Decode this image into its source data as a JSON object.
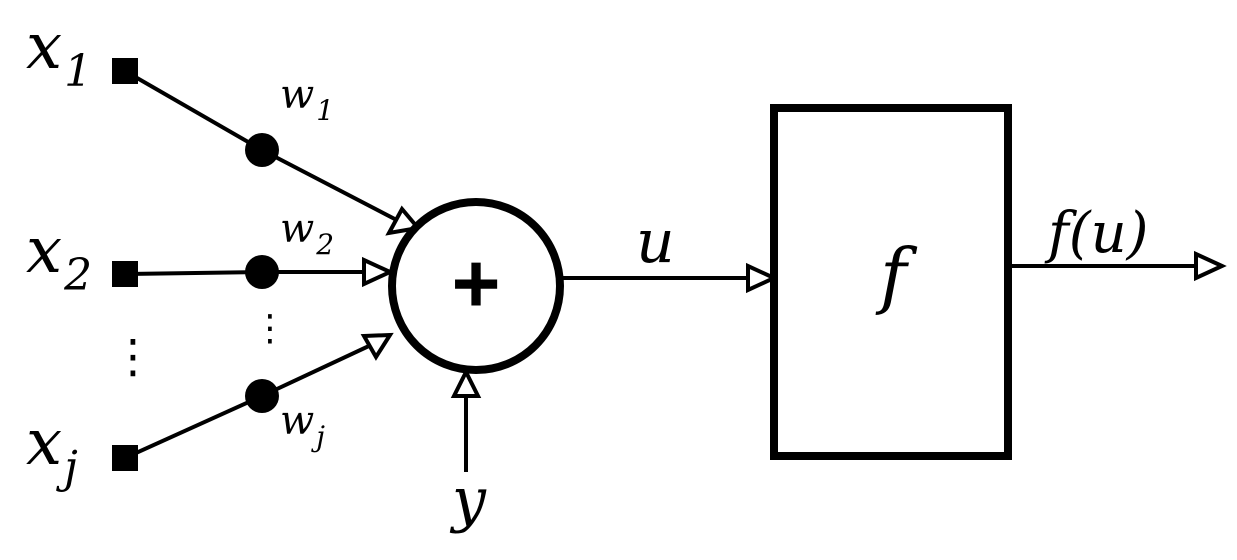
{
  "inputs": {
    "x1": {
      "base": "x",
      "sub": "1"
    },
    "x2": {
      "base": "x",
      "sub": "2"
    },
    "xj": {
      "base": "x",
      "sub": "j"
    },
    "ellipsis": "⋮"
  },
  "weights": {
    "w1": {
      "base": "w",
      "sub": "1"
    },
    "w2": {
      "base": "w",
      "sub": "2"
    },
    "wj": {
      "base": "w",
      "sub": "j"
    },
    "ellipsis": "⋮"
  },
  "summation": {
    "symbol": "+"
  },
  "bias": {
    "label": "y"
  },
  "net": {
    "label": "u"
  },
  "activation": {
    "label": "f"
  },
  "output": {
    "label": "f(u)"
  },
  "colors": {
    "stroke": "#000000",
    "background": "#ffffff"
  }
}
